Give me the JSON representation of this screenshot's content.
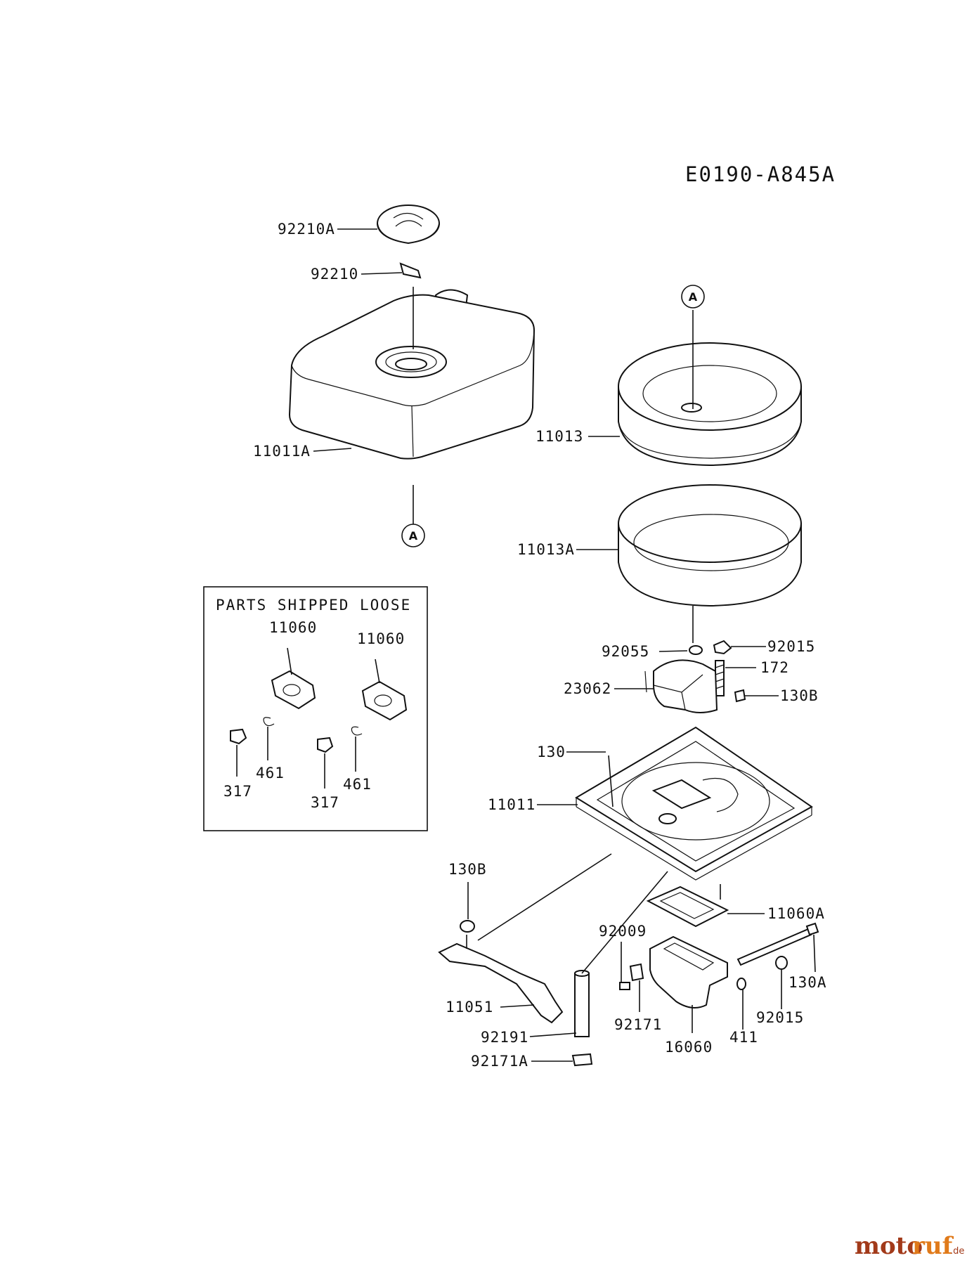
{
  "diagram_code": "E0190-A845A",
  "ref_marker": "A",
  "loose_box": {
    "title": "PARTS SHIPPED LOOSE",
    "labels": [
      "11060",
      "11060",
      "461",
      "461",
      "317",
      "317"
    ]
  },
  "part_labels": {
    "p92210A": "92210A",
    "p92210": "92210",
    "p11011A": "11011A",
    "p11013": "11013",
    "p11013A": "11013A",
    "p92055": "92055",
    "p92015a": "92015",
    "p172": "172",
    "p23062": "23062",
    "p130Ba": "130B",
    "p130": "130",
    "p11011": "11011",
    "p130Bb": "130B",
    "p11060A": "11060A",
    "p92009": "92009",
    "p130A": "130A",
    "p11051": "11051",
    "p92015b": "92015",
    "p92191": "92191",
    "p92171": "92171",
    "p16060": "16060",
    "p411": "411",
    "p92171A": "92171A"
  },
  "watermark": {
    "part1": "moto",
    "part2": "ruf",
    "suffix": ".de"
  }
}
